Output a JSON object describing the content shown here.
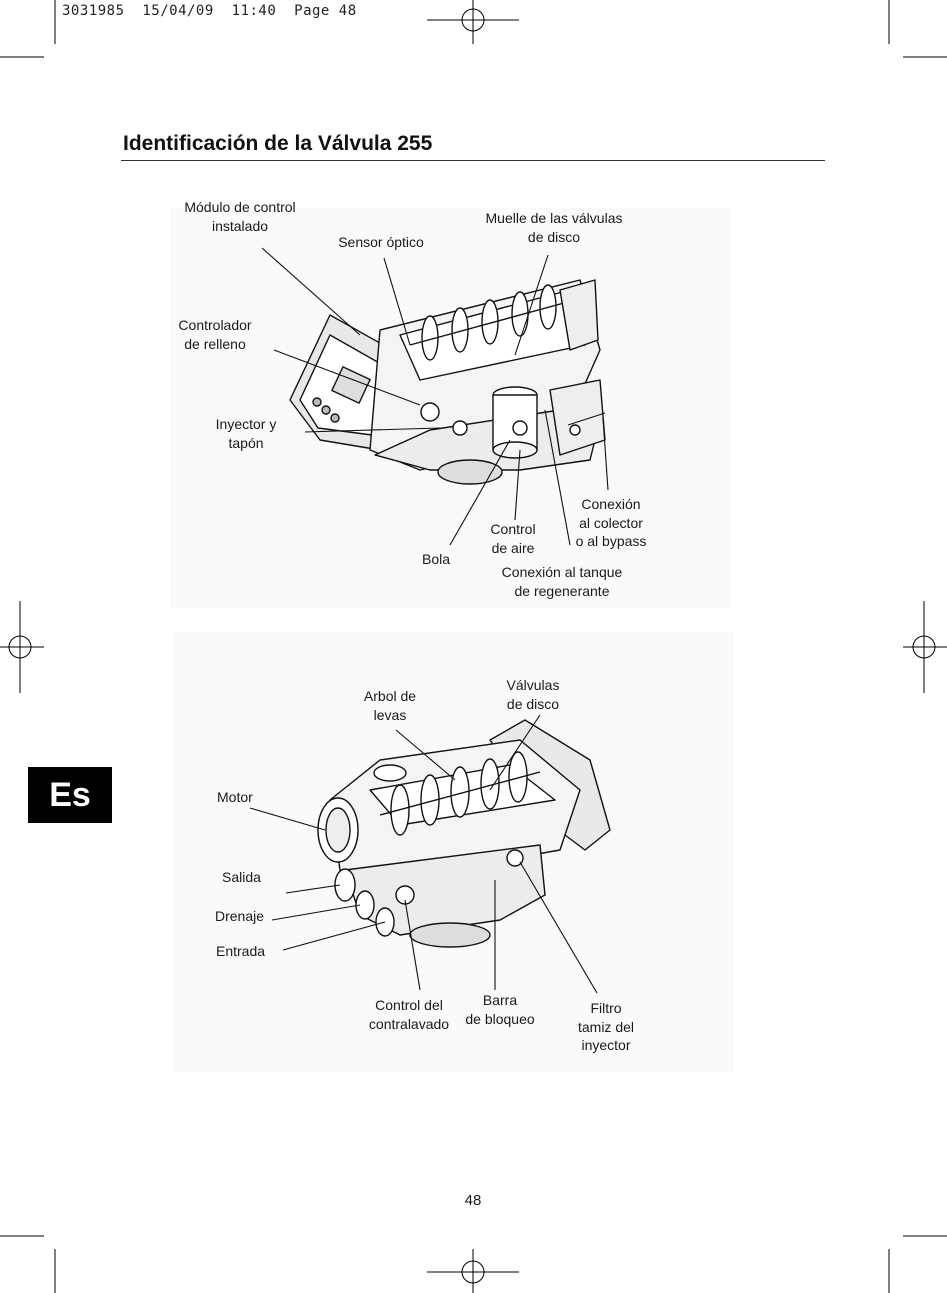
{
  "print_slug": "3031985  15/04/09  11:40  Page 48",
  "title": "Identificación de la Válvula 255",
  "language_tab": "Es",
  "page_number": "48",
  "figure1": {
    "labels": {
      "modulo_control": [
        "Módulo de control",
        "instalado"
      ],
      "sensor_optico": [
        "Sensor óptico"
      ],
      "muelle": [
        "Muelle de las válvulas",
        "de disco"
      ],
      "controlador": [
        "Controlador",
        "de relleno"
      ],
      "inyector": [
        "Inyector y",
        "tapón"
      ],
      "conexion_colector": [
        "Conexión",
        "al colector",
        "o al bypass"
      ],
      "control_aire": [
        "Control",
        "de aire"
      ],
      "bola": [
        "Bola"
      ],
      "conexion_tanque": [
        "Conexión al tanque",
        "de regenerante"
      ]
    }
  },
  "figure2": {
    "labels": {
      "arbol_levas": [
        "Arbol de",
        "levas"
      ],
      "valvulas_disco": [
        "Válvulas",
        "de disco"
      ],
      "motor": [
        "Motor"
      ],
      "salida": [
        "Salida"
      ],
      "drenaje": [
        "Drenaje"
      ],
      "entrada": [
        "Entrada"
      ],
      "control_contralavado": [
        "Control del",
        "contralavado"
      ],
      "barra_bloqueo": [
        "Barra",
        "de bloqueo"
      ],
      "filtro": [
        "Filtro",
        "tamiz del",
        "inyector"
      ]
    }
  }
}
